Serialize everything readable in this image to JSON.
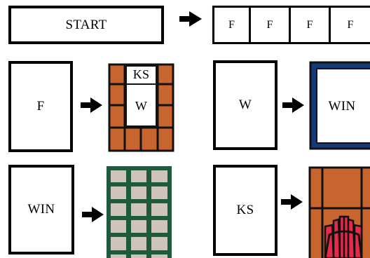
{
  "start_label": "START",
  "sequence_cells": [
    "F",
    "F",
    "F",
    "F"
  ],
  "rules": [
    {
      "source": "F",
      "result_labels": [
        "KS",
        "W"
      ],
      "result_style": "brick-frame",
      "colors": {
        "fill": "#c8652e",
        "line": "#111111"
      }
    },
    {
      "source": "W",
      "result_labels": [
        "WIN"
      ],
      "result_style": "window-frame",
      "colors": {
        "frame": "#153a7a",
        "line": "#111111"
      }
    },
    {
      "source": "WIN",
      "result_labels": [],
      "result_style": "pane-grid",
      "colors": {
        "pane": "#cfc4bb",
        "mullion": "#1e5a3c"
      }
    },
    {
      "source": "KS",
      "result_labels": [],
      "result_style": "keystone-arch",
      "colors": {
        "fill": "#c8652e",
        "line": "#111111",
        "accent": "#e8294a"
      }
    }
  ]
}
